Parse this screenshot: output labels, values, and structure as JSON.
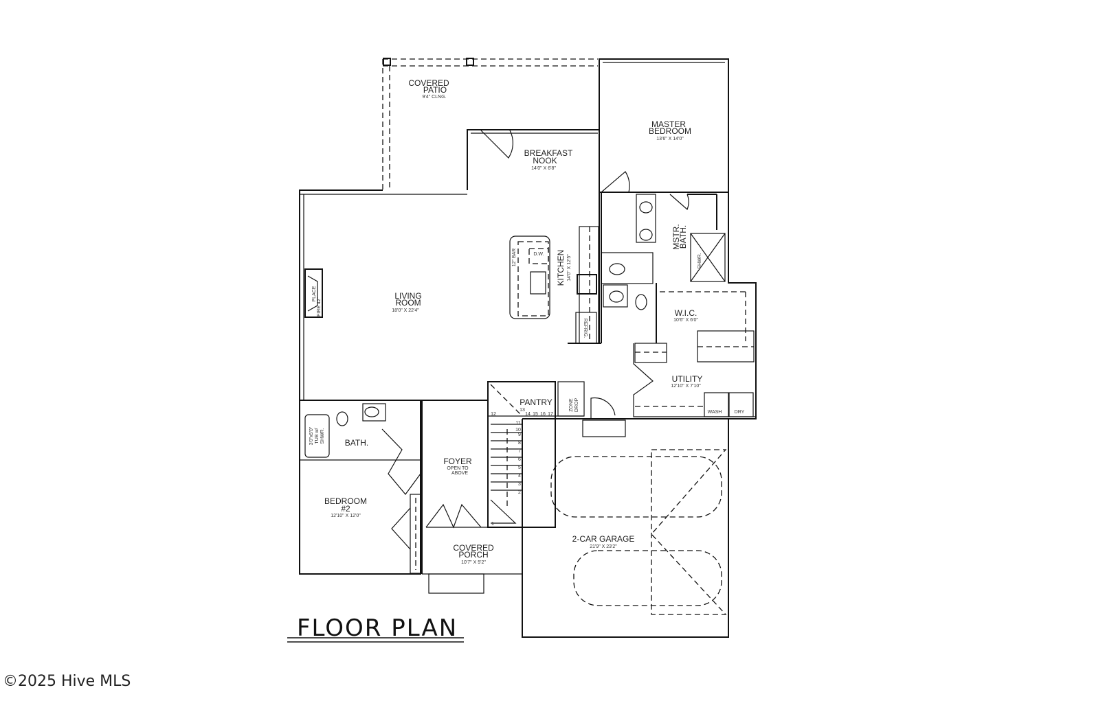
{
  "title": "FLOOR PLAN",
  "copyright": "©2025 Hive MLS",
  "rooms": {
    "patio": {
      "name1": "COVERED",
      "name2": "PATIO",
      "dim": "9'4\" CLNG."
    },
    "master": {
      "name1": "MASTER",
      "name2": "BEDROOM",
      "dim": "13'6\" X 14'0\""
    },
    "nook": {
      "name1": "BREAKFAST",
      "name2": "NOOK",
      "dim": "14'0\" X 6'8\""
    },
    "living": {
      "name1": "LIVING",
      "name2": "ROOM",
      "dim": "18'0\" X 22'4\""
    },
    "kitchen": {
      "name": "KITCHEN",
      "dim": "14'0\" X 12'5\""
    },
    "mstr_bath": {
      "name1": "MSTR.",
      "name2": "BATH."
    },
    "wic": {
      "name": "W.I.C.",
      "dim": "10'6\" X 6'0\""
    },
    "utility": {
      "name": "UTILITY",
      "dim": "12'10\" X 7'10\""
    },
    "pantry": {
      "name": "PANTRY"
    },
    "zone_drop": {
      "line1": "ZONE",
      "line2": "DROP"
    },
    "bath": {
      "name": "BATH."
    },
    "bedroom2": {
      "name1": "BEDROOM",
      "name2": "#2",
      "dim": "12'10\" X 12'0\""
    },
    "foyer": {
      "name": "FOYER",
      "note1": "OPEN TO",
      "note2": "ABOVE"
    },
    "porch": {
      "name1": "COVERED",
      "name2": "PORCH",
      "dim": "10'7\" X 5'2\""
    },
    "garage": {
      "name": "2-CAR GARAGE",
      "dim": "21'9\" X 23'2\""
    }
  },
  "fixtures": {
    "bar": "12\" BAR",
    "dw": "D.W.",
    "refrig": "REFRIG.",
    "shower": "SHWR.",
    "fireplace1": "FIRE",
    "fireplace2": "PLACE",
    "fireplace3": "42\"",
    "tub1": "3'0\"x5'0\"",
    "tub2": "TUB w/",
    "tub3": "SHWR.",
    "wash": "WASH",
    "dry": "DRY"
  },
  "stairs": [
    "1",
    "2",
    "3",
    "4",
    "5",
    "6",
    "7",
    "8",
    "9",
    "10",
    "11",
    "12",
    "13",
    "14",
    "15",
    "16",
    "17"
  ]
}
